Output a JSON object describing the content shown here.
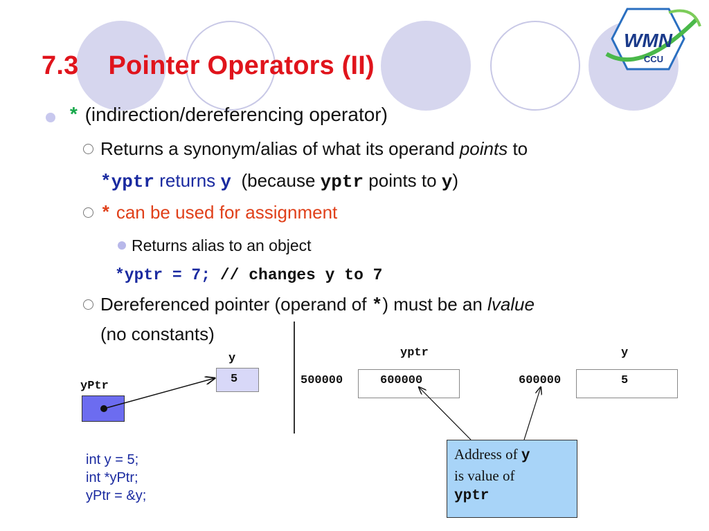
{
  "slide": {
    "title": "7.3    Pointer Operators (II)"
  },
  "logo": {
    "text": "WMN",
    "subtext": "CCU"
  },
  "bullets": {
    "b1_symbol": "*",
    "b1_text": "(indirection/dereferencing operator)",
    "b1a_text": "Returns a synonym/alias of what its operand ",
    "b1a_italic": "points",
    "b1a_end": " to",
    "b1a_l2_code1": "*yptr",
    "b1a_l2_returns": " returns ",
    "b1a_l2_code2": "y",
    "b1a_l2_because": "  (because ",
    "b1a_l2_code3": "yptr",
    "b1a_l2_pointsto": " points to ",
    "b1a_l2_code4": "y",
    "b1a_l2_close": ")",
    "b1b_symbol": "*",
    "b1b_text": " can be used for assignment",
    "b1b1_text": "Returns alias to an object",
    "b1b1_code_a": "*yptr = 7;",
    "b1b1_code_b": " // changes y to 7",
    "b1c_text": "Dereferenced pointer (operand of ",
    "b1c_code": "*",
    "b1c_text2": ") must be an ",
    "b1c_italic": "lvalue",
    "b1c_l2": "(no constants)"
  },
  "left_diagram": {
    "y_label": "y",
    "y_value": "5",
    "yptr_label": "yPtr"
  },
  "right_diagram": {
    "yptr_label": "yptr",
    "y_label": "y",
    "addr1": "500000",
    "val1": "600000",
    "addr2": "600000",
    "val2": "5"
  },
  "code_block": {
    "line1": "int y = 5;",
    "line2": "int *yPtr;",
    "line3": "yPtr = &y;"
  },
  "callout": {
    "text1": "Address of ",
    "code1": "y",
    "text2": "is value of",
    "code2": "yptr"
  },
  "colors": {
    "title": "#e0141c",
    "navy": "#1a2aa0",
    "green": "#16a84a",
    "red": "#e0401a",
    "callout_bg": "#a8d4f8",
    "pointer_cell": "#6c6cf0"
  }
}
